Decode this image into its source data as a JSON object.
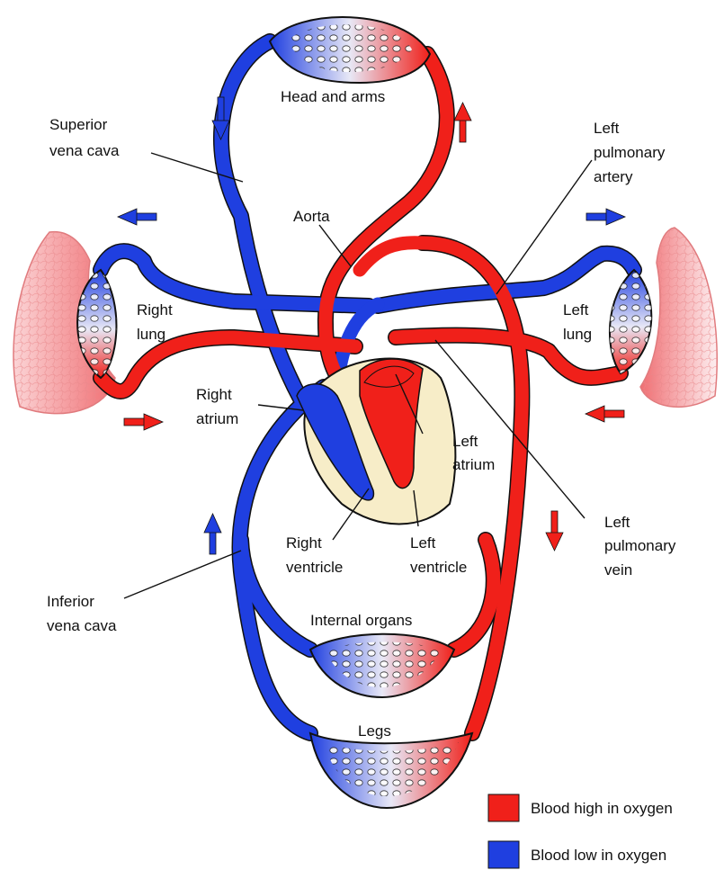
{
  "labels": {
    "head_and_arms": "Head and arms",
    "superior_vena_cava_1": "Superior",
    "superior_vena_cava_2": "vena cava",
    "left_pulmonary_artery_1": "Left",
    "left_pulmonary_artery_2": "pulmonary",
    "left_pulmonary_artery_3": "artery",
    "aorta": "Aorta",
    "right_lung_1": "Right",
    "right_lung_2": "lung",
    "left_lung_1": "Left",
    "left_lung_2": "lung",
    "right_atrium_1": "Right",
    "right_atrium_2": "atrium",
    "left_atrium_1": "Left",
    "left_atrium_2": "atrium",
    "right_ventricle_1": "Right",
    "right_ventricle_2": "ventricle",
    "left_ventricle_1": "Left",
    "left_ventricle_2": "ventricle",
    "left_pulmonary_vein_1": "Left",
    "left_pulmonary_vein_2": "pulmonary",
    "left_pulmonary_vein_3": "vein",
    "inferior_vena_cava_1": "Inferior",
    "inferior_vena_cava_2": "vena cava",
    "internal_organs": "Internal organs",
    "legs": "Legs"
  },
  "legend": {
    "oxygen_high": "Blood high in oxygen",
    "oxygen_low": "Blood low in oxygen"
  },
  "colors": {
    "oxygen_high": "#f0201a",
    "oxygen_low": "#1f3fe0",
    "heart_outer": "#f7edc8",
    "lung_tissue": "#f9b6b8"
  }
}
